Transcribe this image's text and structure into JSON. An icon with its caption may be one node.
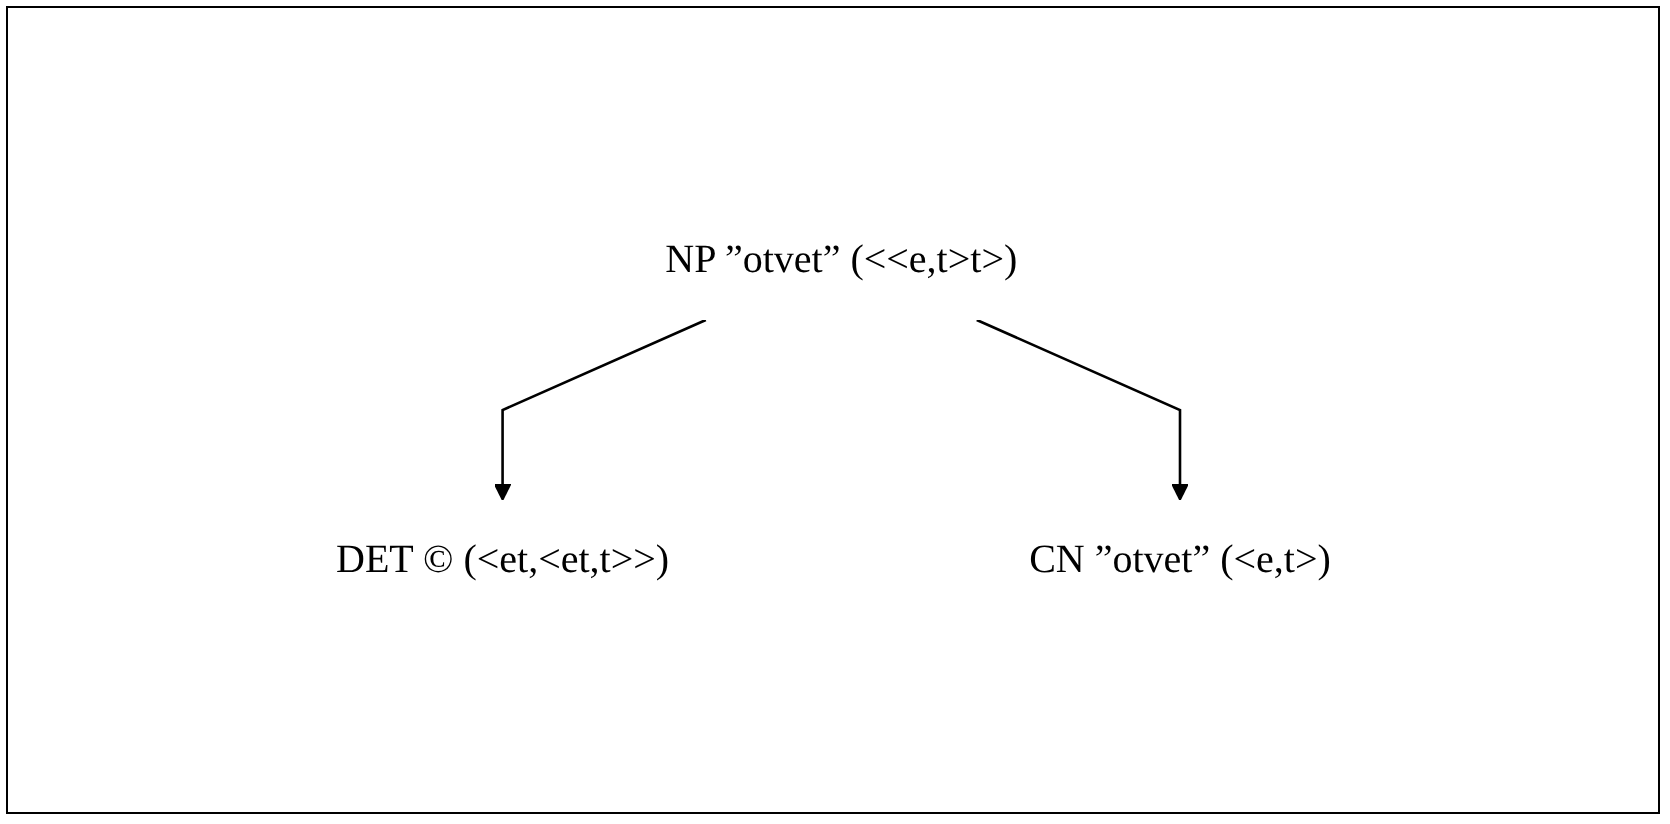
{
  "diagram": {
    "nodes": [
      {
        "text": [
          "NP ”otvet” (<<e,t>t>)"
        ]
      },
      {
        "text": [
          "DET © (<et,<et,t>>)"
        ]
      },
      {
        "text": [
          "CN ”otvet” (<e,t>)"
        ]
      }
    ],
    "edges": [
      {
        "from": 0,
        "to": 1,
        "arrow": "to"
      },
      {
        "from": 0,
        "to": 2,
        "arrow": "to"
      }
    ]
  }
}
